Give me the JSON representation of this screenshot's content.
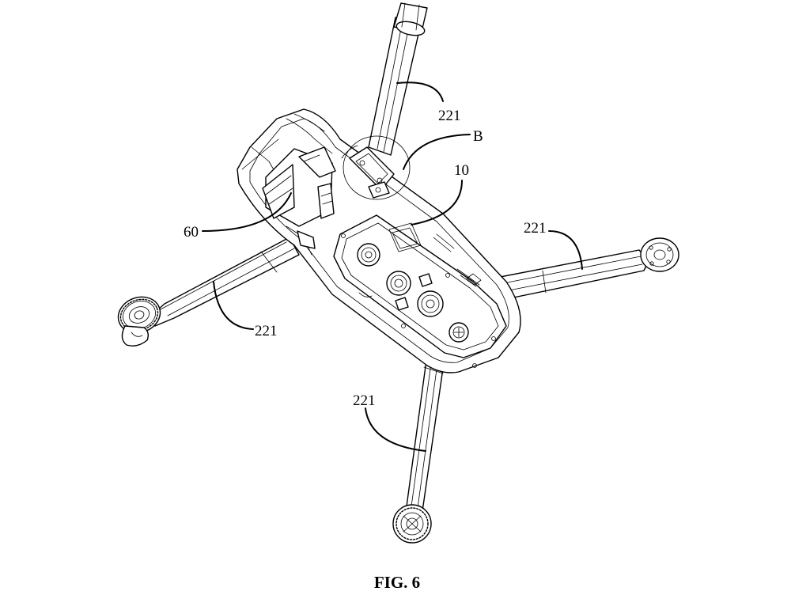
{
  "figure": {
    "caption": "FIG. 6",
    "labels": {
      "arm_top": "221",
      "detail_b": "B",
      "body": "10",
      "gimbal": "60",
      "arm_left": "221",
      "arm_right": "221",
      "arm_bottom": "221"
    }
  }
}
